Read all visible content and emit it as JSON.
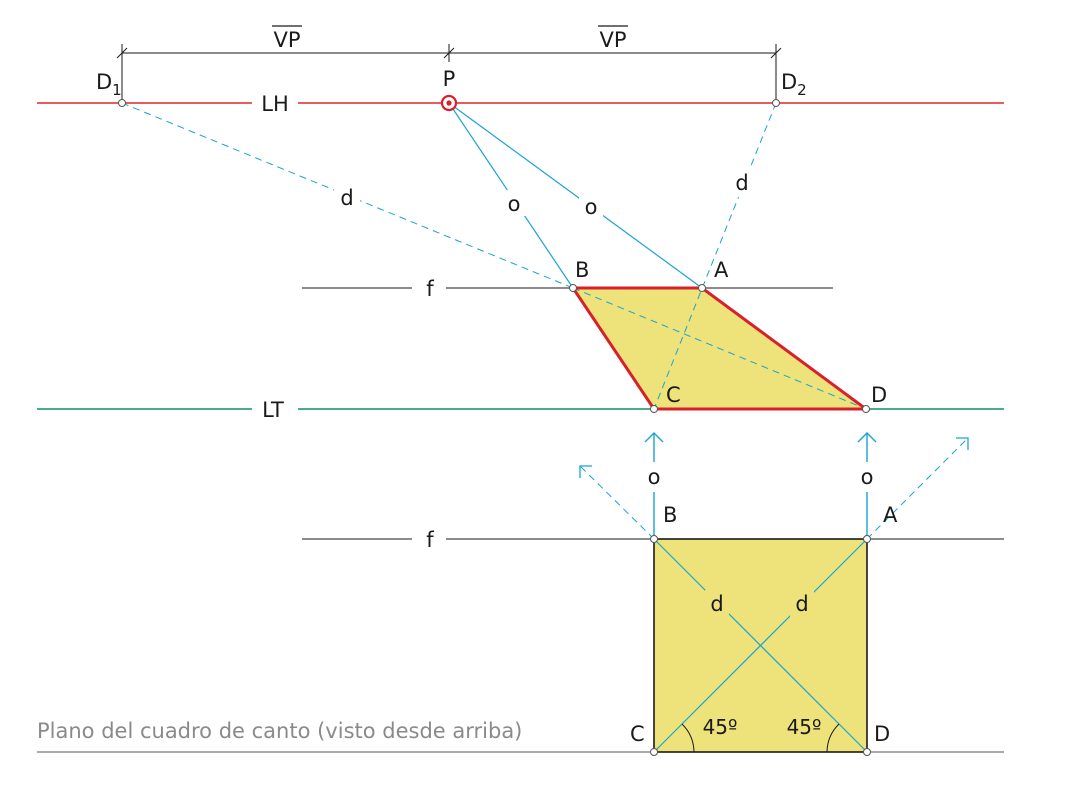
{
  "labels": {
    "vp_left": "VP",
    "vp_right": "VP",
    "d1": "D",
    "d1_sub": "1",
    "d2": "D",
    "d2_sub": "2",
    "p": "P",
    "lh": "LH",
    "lt": "LT",
    "f_top": "f",
    "f_bottom": "f",
    "d_line_left": "d",
    "d_line_right": "d",
    "o_line_left": "o",
    "o_line_right": "o",
    "persp_b": "B",
    "persp_a": "A",
    "persp_c": "C",
    "persp_d": "D",
    "arrow_o_left": "o",
    "arrow_o_right": "o",
    "plan_b": "B",
    "plan_a": "A",
    "plan_c": "C",
    "plan_d": "D",
    "plan_d_diag_left": "d",
    "plan_d_diag_right": "d",
    "angle_left": "45º",
    "angle_right": "45º",
    "caption": "Plano del cuadro de canto (visto desde arriba)"
  },
  "colors": {
    "horizon_line": "#e0262b",
    "ground_line": "#0f9160",
    "projection_line": "#1aa3d4",
    "fill": "#ede37a",
    "outline_red": "#d9202a",
    "outline_black": "#1a1a1a"
  }
}
